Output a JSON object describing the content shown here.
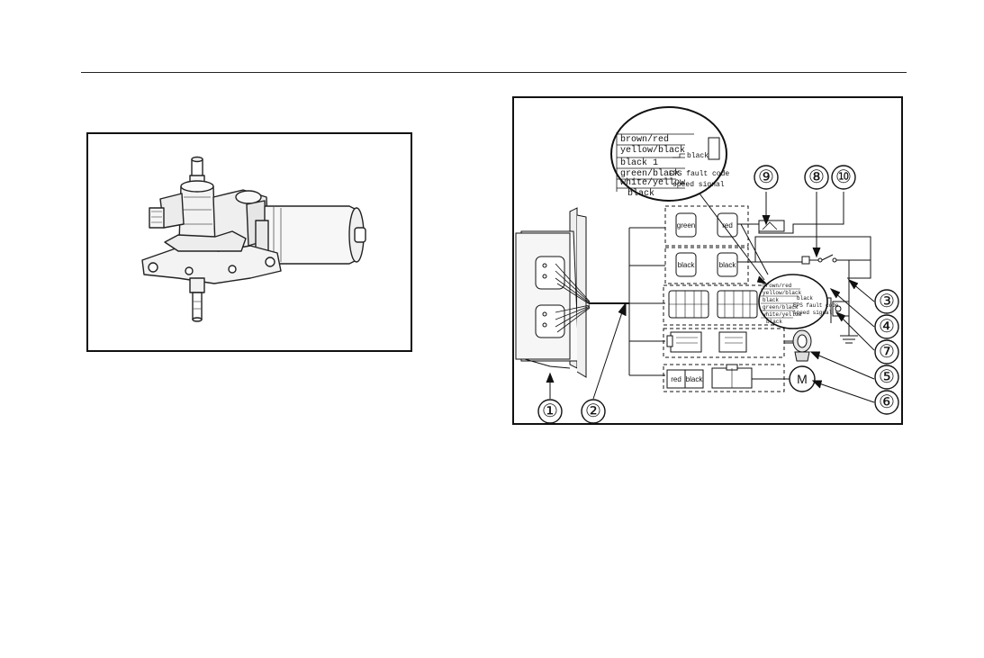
{
  "callouts": [
    "①",
    "②",
    "③",
    "④",
    "⑤",
    "⑥",
    "⑦",
    "⑧",
    "⑨",
    "⑩"
  ],
  "motor_symbol": "M",
  "magnified_wires": {
    "brown_red": "brown/red",
    "yellow_black": "yellow/black",
    "black_1": "black 1",
    "black_right": "black",
    "green_black": "green/black",
    "eps_fault": "EPS fault code",
    "white_yellow": "white/yellow",
    "speed_signal": "speed signal",
    "black": "black"
  },
  "small_wires": {
    "brown_red": "brown/red",
    "yellow_black": "yellow/black",
    "black": "black",
    "black_right": "black",
    "green_black": "green/black",
    "eps_fault": "EPS fault code",
    "white_yellow": "white/yellow",
    "speed_signal": "speed signal",
    "black_bottom": "black"
  },
  "connector_labels": {
    "green": "green",
    "red": "red",
    "black_a": "black",
    "black_b": "black",
    "red_bottom": "red",
    "black_bottom": "black"
  }
}
